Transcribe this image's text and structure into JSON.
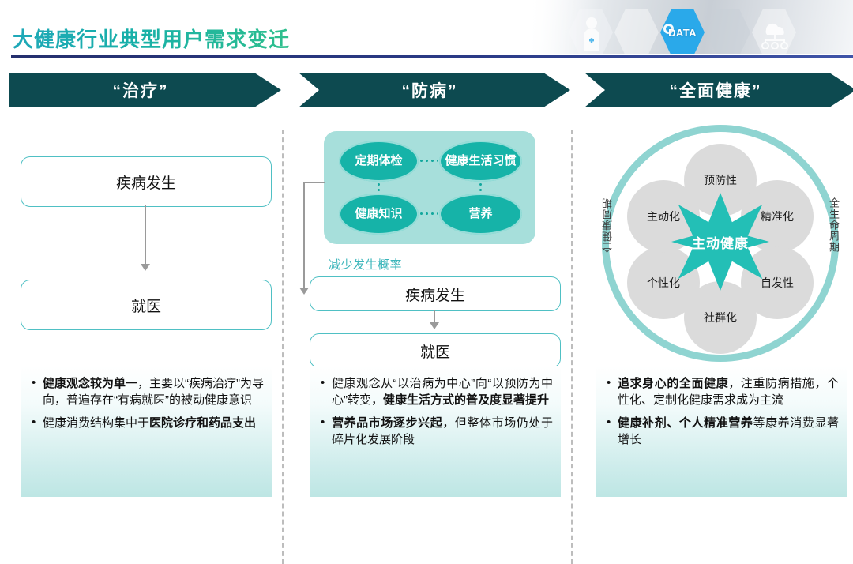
{
  "header": {
    "title": "大健康行业典型用户需求变迁",
    "banner": {
      "data_label": "DATA",
      "icons": [
        "doctor-icon",
        "monitor-icon",
        "data-gear-icon",
        "chart-icon",
        "cloud-network-icon"
      ]
    }
  },
  "columns": [
    {
      "phase_label": "“治疗”",
      "flow": [
        {
          "label": "疾病发生"
        },
        {
          "label": "就医"
        }
      ],
      "bullets": [
        {
          "parts": [
            {
              "text": "健康观念较为单一",
              "bold": true
            },
            {
              "text": "，主要以“疾病治疗”为导向，普遍存在“有病就医”的被动健康意识",
              "bold": false
            }
          ]
        },
        {
          "parts": [
            {
              "text": "健康消费结构集中于",
              "bold": false
            },
            {
              "text": "医院诊疗和药品支出",
              "bold": true
            }
          ]
        }
      ]
    },
    {
      "phase_label": "“防病”",
      "prevention": {
        "ovals": [
          "定期体检",
          "健康生活习惯",
          "健康知识",
          "营养"
        ]
      },
      "reduce_label": "减少发生概率",
      "flow": [
        {
          "label": "疾病发生"
        },
        {
          "label": "就医"
        }
      ],
      "bullets": [
        {
          "parts": [
            {
              "text": "健康观念从“以治病为中心”向“以预防为中心”转变，",
              "bold": false
            },
            {
              "text": "健康生活方式的普及度显著提升",
              "bold": true
            }
          ]
        },
        {
          "parts": [
            {
              "text": "营养品市场逐步兴起",
              "bold": true
            },
            {
              "text": "，但整体市场仍处于碎片化发展阶段",
              "bold": false
            }
          ]
        }
      ]
    },
    {
      "phase_label": "“全面健康”",
      "flower": {
        "center": "主动健康",
        "petals": [
          "预防性",
          "精准化",
          "自发性",
          "社群化",
          "个性化",
          "主动化"
        ],
        "ring_label_left": "全健康周期",
        "ring_label_right": "全生命周期"
      },
      "bullets": [
        {
          "parts": [
            {
              "text": "追求身心的全面健康",
              "bold": true
            },
            {
              "text": "，注重防病措施，个性化、定制化健康需求成为主流",
              "bold": false
            }
          ]
        },
        {
          "parts": [
            {
              "text": "健康补剂、个人精准营养",
              "bold": true
            },
            {
              "text": "等康养消费显著增长",
              "bold": false
            }
          ]
        }
      ]
    }
  ],
  "colors": {
    "phase_bg": "#0d4a50",
    "teal_accent": "#16b3a8",
    "light_teal": "#a7dfdb",
    "ring": "#8fd4d1",
    "petal": "#dbdbdb",
    "rule": "#25306e"
  }
}
